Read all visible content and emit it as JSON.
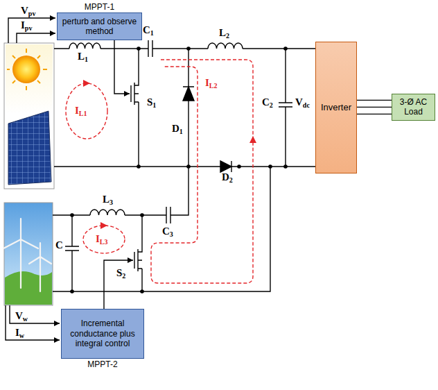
{
  "diagram": {
    "nodes": [
      {
        "text": [
          "MPPT-1",
          "perturb and observe method"
        ]
      },
      {
        "text": [
          "Inverter"
        ]
      },
      {
        "text": [
          "3-Ø AC Load"
        ]
      },
      {
        "text": [
          "MPPT-2",
          "Incremental conductance plus integral control"
        ]
      }
    ],
    "edges": [
      {
        "from": 1,
        "to": 2,
        "arrow": "none"
      }
    ],
    "labels": [
      "Vpv",
      "Ipv",
      "L1",
      "IL1",
      "S1",
      "C1",
      "D1",
      "L2",
      "IL2",
      "D2",
      "C2",
      "Vdc",
      "C",
      "L3",
      "IL3",
      "C3",
      "S2",
      "Vw",
      "Iw"
    ]
  }
}
